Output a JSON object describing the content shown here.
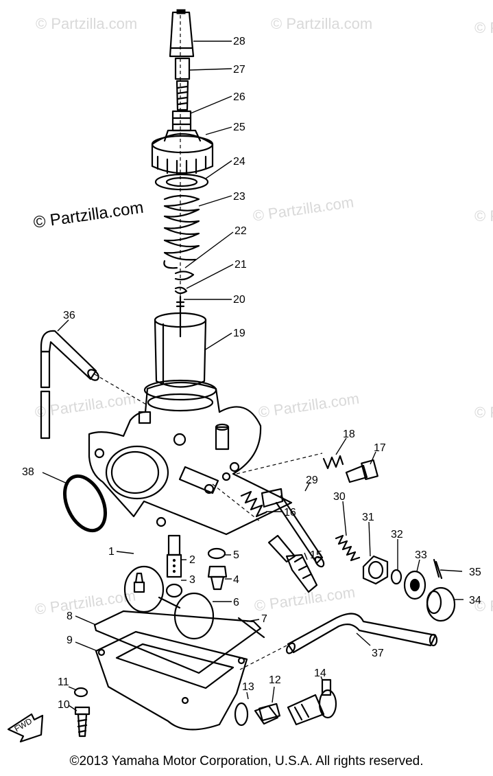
{
  "watermark": "© Partzilla.com",
  "copyright": "©2013 Yamaha Motor Corporation, U.S.A. All rights reserved.",
  "fwd_label": "FWD",
  "callouts": [
    "28",
    "27",
    "26",
    "25",
    "24",
    "23",
    "22",
    "21",
    "20",
    "19",
    "36",
    "18",
    "17",
    "38",
    "29",
    "30",
    "31",
    "32",
    "33",
    "35",
    "34",
    "16",
    "15",
    "1",
    "2",
    "3",
    "5",
    "4",
    "6",
    "8",
    "7",
    "9",
    "37",
    "11",
    "10",
    "13",
    "12",
    "14"
  ]
}
